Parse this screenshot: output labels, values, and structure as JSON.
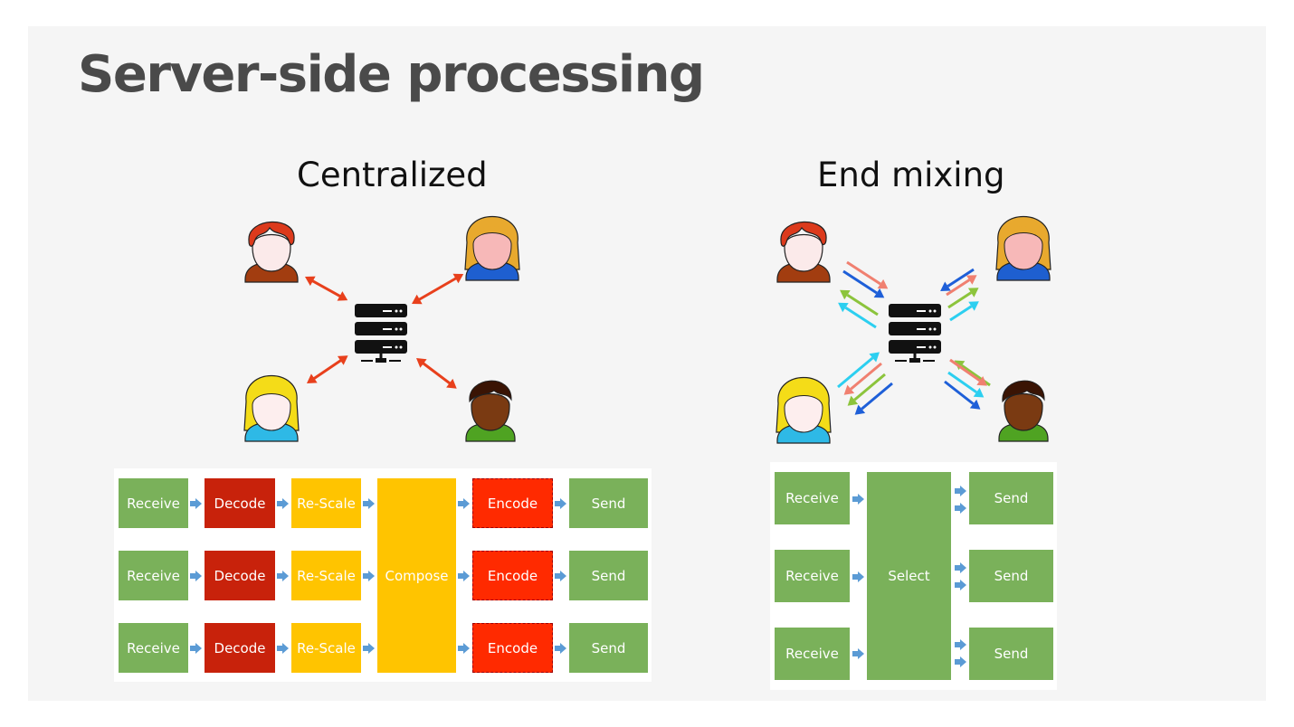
{
  "title": "Server-side processing",
  "sections": {
    "left": "Centralized",
    "right": "End mixing"
  },
  "centralized_pipeline": {
    "rows": [
      {
        "receive": "Receive",
        "decode": "Decode",
        "rescale": "Re-Scale",
        "encode": "Encode",
        "send": "Send"
      },
      {
        "receive": "Receive",
        "decode": "Decode",
        "rescale": "Re-Scale",
        "encode": "Encode",
        "send": "Send"
      },
      {
        "receive": "Receive",
        "decode": "Decode",
        "rescale": "Re-Scale",
        "encode": "Encode",
        "send": "Send"
      }
    ],
    "compose": "Compose"
  },
  "end_mixing_pipeline": {
    "rows": [
      {
        "receive": "Receive",
        "send": "Send"
      },
      {
        "receive": "Receive",
        "send": "Send"
      },
      {
        "receive": "Receive",
        "send": "Send"
      }
    ],
    "select": "Select"
  },
  "colors": {
    "receive_send": "#7ab15a",
    "decode": "#c8220b",
    "rescale_compose": "#ffc400",
    "encode": "#ff2a00",
    "pipe_arrow": "#5b9bd5",
    "link_arrow": "#e8401c",
    "stream_salmon": "#f08070",
    "stream_green": "#8cc43c",
    "stream_cyan": "#2ccff0",
    "stream_blue": "#1e5fd8"
  },
  "icons": [
    "user-red-hair-icon",
    "user-blonde-icon",
    "user-yellow-hair-icon",
    "user-dark-icon",
    "server-icon"
  ]
}
